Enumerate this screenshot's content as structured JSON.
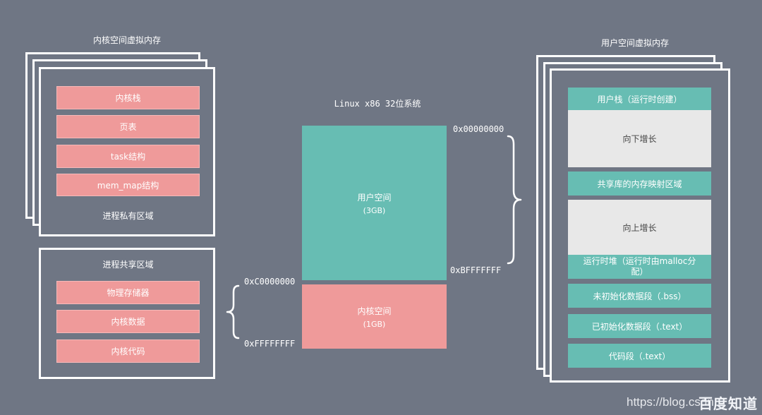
{
  "kernel_virtual": {
    "title": "内核空间虚拟内存",
    "private": {
      "items": [
        "内核栈",
        "页表",
        "task结构",
        "mem_map结构"
      ],
      "caption": "进程私有区域"
    },
    "shared": {
      "title": "进程共享区域",
      "items": [
        "物理存储器",
        "内核数据",
        "内核代码"
      ]
    }
  },
  "center": {
    "title": "Linux x86 32位系统",
    "user_space": {
      "name": "用户空间",
      "size": "(3GB)"
    },
    "kernel_space": {
      "name": "内核空间",
      "size": "(1GB)"
    },
    "addr_user_start": "0x00000000",
    "addr_user_end": "0xBFFFFFFF",
    "addr_kernel_start": "0xC0000000",
    "addr_kernel_end": "0xFFFFFFFF"
  },
  "user_virtual": {
    "title": "用户空间虚拟内存",
    "segments": [
      "用户栈（运行时创建）",
      "向下增长",
      "共享库的内存映射区域",
      "向上增长",
      "运行时堆（运行时由malloc分配）",
      "未初始化数据段（.bss）",
      "已初始化数据段（.text）",
      "代码段（.text）"
    ]
  },
  "watermark": {
    "url": "https://blog.csdn",
    "brand": "百度知道"
  },
  "colors": {
    "background": "#6f7684",
    "pink": "#ef9a9a",
    "teal": "#67bdb3",
    "grey": "#e8e8e8",
    "white": "#ffffff"
  }
}
